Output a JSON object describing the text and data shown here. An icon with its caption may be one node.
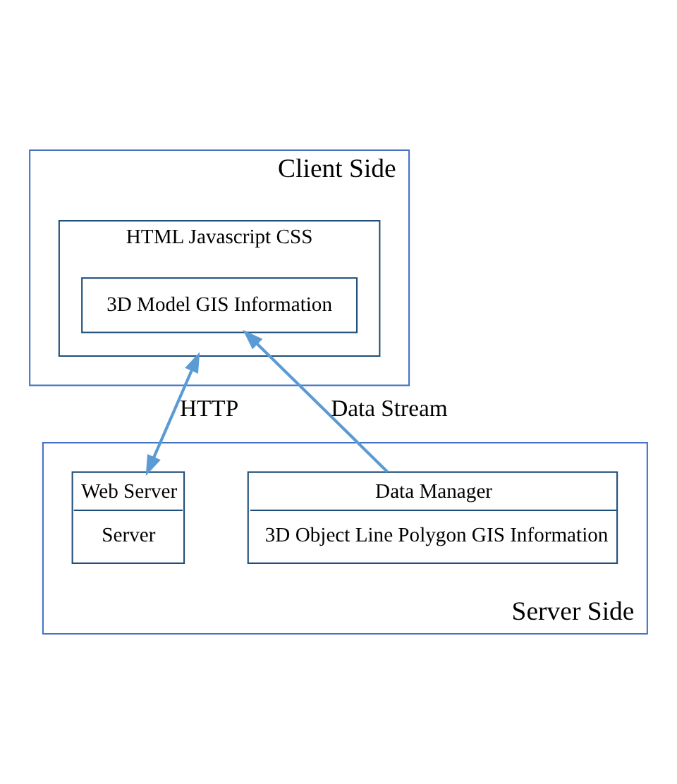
{
  "diagram": {
    "nodes": [
      {
        "text": [
          "Client Side"
        ]
      },
      {
        "text": [
          "HTML Javascript CSS"
        ],
        "in": 0
      },
      {
        "text": [
          "3D Model GIS Information"
        ],
        "in": 1
      },
      {
        "text": [
          "Server Side"
        ]
      },
      {
        "text": [
          "Web Server",
          "Server"
        ],
        "in": 3
      },
      {
        "text": [
          "Data Manager",
          "3D Object Line Polygon GIS Information"
        ],
        "in": 3
      }
    ],
    "edges": [
      {
        "from": 1,
        "to": 4,
        "arrow": "both",
        "label": "HTTP",
        "color": "#5b9bd5"
      },
      {
        "from": 5,
        "to": 2,
        "arrow": "to",
        "label": "Data Stream",
        "color": "#5b9bd5"
      }
    ]
  }
}
